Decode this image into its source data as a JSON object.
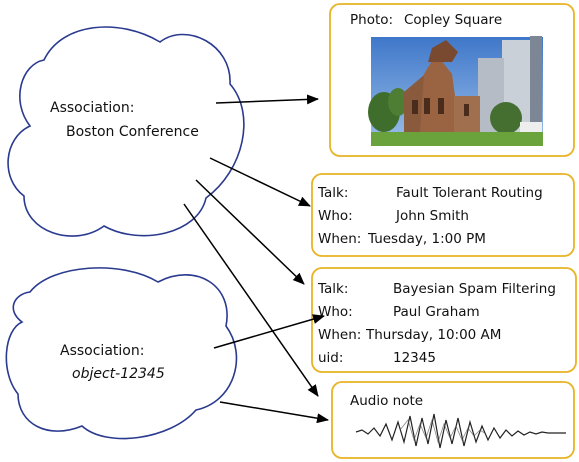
{
  "colors": {
    "cloud_stroke": "#2a3a8f",
    "card_stroke": "#e8b423",
    "arrow": "#000000"
  },
  "associations": [
    {
      "label_prefix": "Association:",
      "label_name": "Boston Conference",
      "name_italic": false
    },
    {
      "label_prefix": "Association:",
      "label_name": "object-12345",
      "name_italic": true
    }
  ],
  "cards": {
    "photo": {
      "label": "Photo:",
      "value": "Copley Square"
    },
    "talk1": {
      "rows": [
        {
          "key": "Talk:",
          "value": "Fault Tolerant Routing"
        },
        {
          "key": "Who:",
          "value": "John Smith"
        },
        {
          "key": "When:",
          "value": "Tuesday, 1:00 PM"
        }
      ]
    },
    "talk2": {
      "rows": [
        {
          "key": "Talk:",
          "value": "Bayesian Spam Filtering"
        },
        {
          "key": "Who:",
          "value": "Paul Graham"
        },
        {
          "key": "When:",
          "value": "Thursday, 10:00 AM"
        },
        {
          "key": "uid:",
          "value": "12345"
        }
      ]
    },
    "audio": {
      "label": "Audio note"
    }
  }
}
